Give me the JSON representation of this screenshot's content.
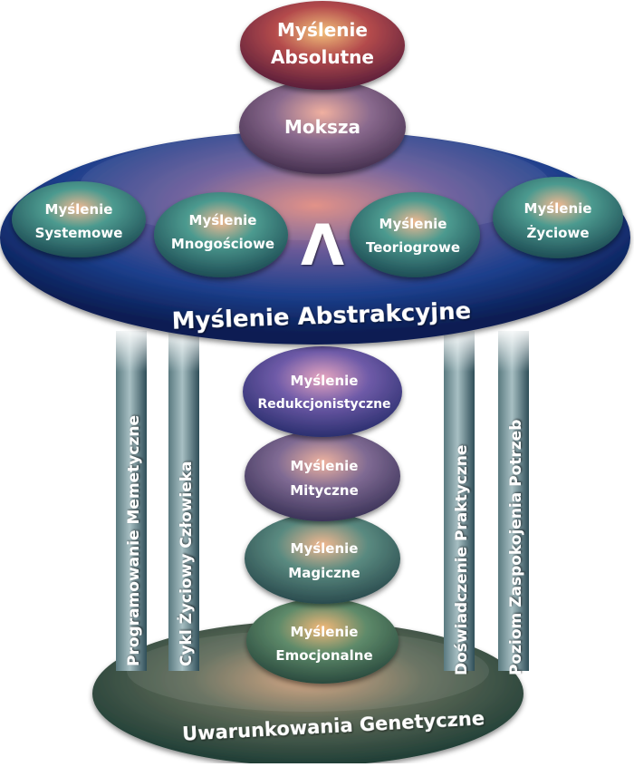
{
  "top": {
    "absolutne": [
      "Myślenie",
      "Absolutne"
    ],
    "moksza": "Moksza"
  },
  "abstrakcyjne": {
    "title": "Myślenie Abstrakcyjne",
    "symbol": "Λ",
    "nodes": [
      [
        "Myślenie",
        "Systemowe"
      ],
      [
        "Myślenie",
        "Mnogościowe"
      ],
      [
        "Myślenie",
        "Teoriogrowe"
      ],
      [
        "Myślenie",
        "Życiowe"
      ]
    ]
  },
  "pillars": [
    "Programowanie Memetyczne",
    "Cykl Życiowy Człowieka",
    "Doświadczenie Praktyczne",
    "Poziom Zaspokojenia Potrzeb"
  ],
  "stack": [
    [
      "Myślenie",
      "Redukcjonistyczne"
    ],
    [
      "Myślenie",
      "Mityczne"
    ],
    [
      "Myślenie",
      "Magiczne"
    ],
    [
      "Myślenie",
      "Emocjonalne"
    ]
  ],
  "base": {
    "title": "Uwarunkowania Genetyczne"
  }
}
